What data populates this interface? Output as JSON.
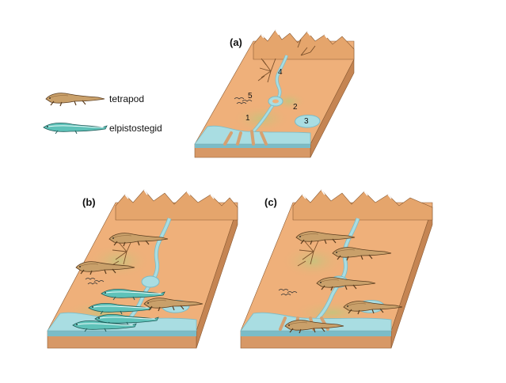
{
  "legend": {
    "tetrapod": "tetrapod",
    "elpistostegid": "elpistostegid"
  },
  "panels": {
    "a": {
      "label": "(a)",
      "zones": [
        "1",
        "2",
        "3",
        "4",
        "5"
      ]
    },
    "b": {
      "label": "(b)"
    },
    "c": {
      "label": "(c)"
    }
  },
  "colors": {
    "land_top": "#efb07a",
    "land_front": "#d79866",
    "land_side": "#c58553",
    "water": "#a9dde2",
    "water_edge": "#7bbcc7",
    "mud": "#d6a171",
    "vegetation": "#cdbb7a",
    "tetrapod": "#c9a06a",
    "elpistostegid": "#5fc2b9"
  },
  "icons": [
    "mountain-icon",
    "bird-icon",
    "tetrapod-icon",
    "elpistostegid-icon"
  ]
}
